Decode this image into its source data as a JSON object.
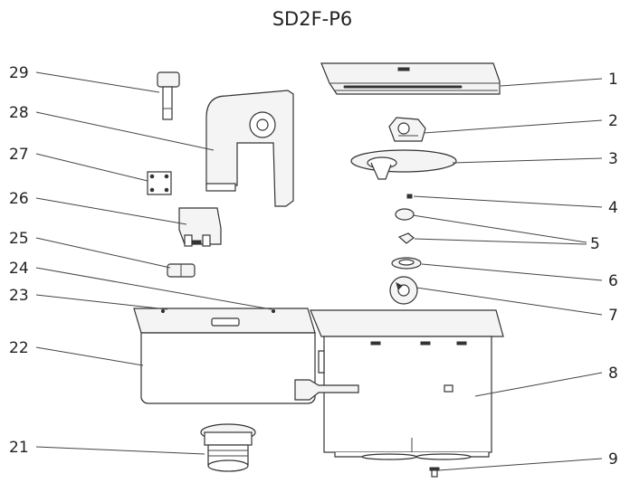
{
  "title": "SD2F-P6",
  "callouts": {
    "n1": "1",
    "n2": "2",
    "n3": "3",
    "n4": "4",
    "n5": "5",
    "n6": "6",
    "n7": "7",
    "n8": "8",
    "n9": "9",
    "n21": "21",
    "n22": "22",
    "n23": "23",
    "n24": "24",
    "n25": "25",
    "n26": "26",
    "n27": "27",
    "n28": "28",
    "n29": "29"
  }
}
